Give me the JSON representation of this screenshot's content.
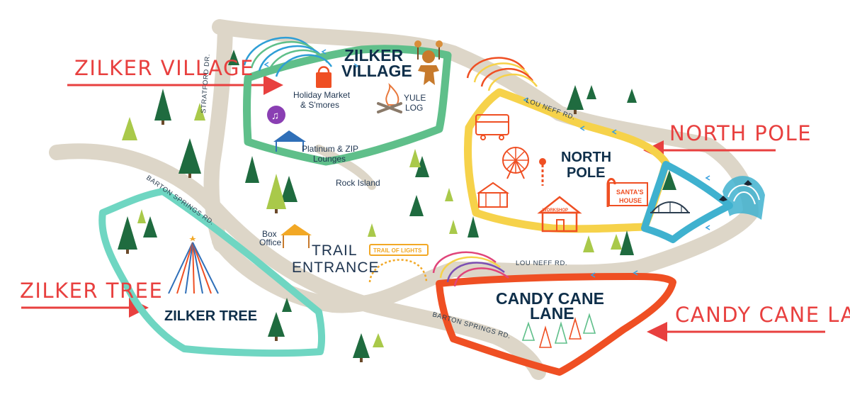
{
  "map": {
    "colors": {
      "road": "#ddd6c8",
      "zilker_village": "#5fbf8a",
      "north_pole": "#f6d24a",
      "north_pole_gate": "#3fb1cf",
      "zilker_tree": "#6fd6c2",
      "candy_cane_lane": "#ef4f23",
      "callout_red": "#e8403f",
      "tree_green": "#1f6b3f",
      "label_navy": "#0f2f4a"
    },
    "callouts": [
      {
        "id": "zilker-village",
        "label": "ZILKER VILLAGE",
        "arrow": "right"
      },
      {
        "id": "north-pole",
        "label": "NORTH POLE",
        "arrow": "left"
      },
      {
        "id": "zilker-tree",
        "label": "ZILKER TREE",
        "arrow": "right"
      },
      {
        "id": "candy-cane-lane",
        "label": "CANDY CANE LANE",
        "arrow": "left"
      }
    ],
    "zones": {
      "zilker_village": {
        "line1": "ZILKER",
        "line2": "VILLAGE"
      },
      "north_pole": {
        "line1": "NORTH",
        "line2": "POLE"
      },
      "zilker_tree": {
        "title": "ZILKER TREE"
      },
      "candy_cane_lane": {
        "line1": "CANDY CANE",
        "line2": "LANE"
      }
    },
    "pois": {
      "holiday_market": {
        "line1": "Holiday Market",
        "line2": "& S'mores"
      },
      "yule_log": {
        "line1": "YULE",
        "line2": "LOG"
      },
      "platinum_lounges": {
        "line1": "Platinum & ZIP",
        "line2": "Lounges"
      },
      "rock_island": "Rock Island",
      "box_office": {
        "line1": "Box",
        "line2": "Office"
      },
      "trail_entrance": {
        "line1": "TRAIL",
        "line2": "ENTRANCE"
      },
      "santas_house": {
        "line1": "SANTA'S",
        "line2": "HOUSE"
      },
      "workshop_sign": "WORKSHOP",
      "trail_of_lights_sign": "TRAIL OF LIGHTS"
    },
    "roads": {
      "stratford": "STRATFORD DR.",
      "barton_springs_upper": "BARTON SPRINGS RD.",
      "barton_springs_lower": "BARTON SPRINGS RD.",
      "lou_neff_upper": "LOU NEFF RD.",
      "lou_neff_lower": "LOU NEFF RD."
    }
  }
}
